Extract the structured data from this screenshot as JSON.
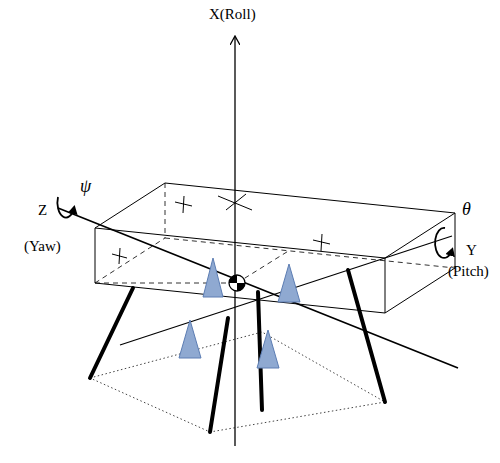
{
  "diagram": {
    "labels": [
      "X(Roll)",
      "ψ",
      "Z",
      "(Yaw)",
      "θ",
      "Y",
      "(Pitch)"
    ]
  }
}
